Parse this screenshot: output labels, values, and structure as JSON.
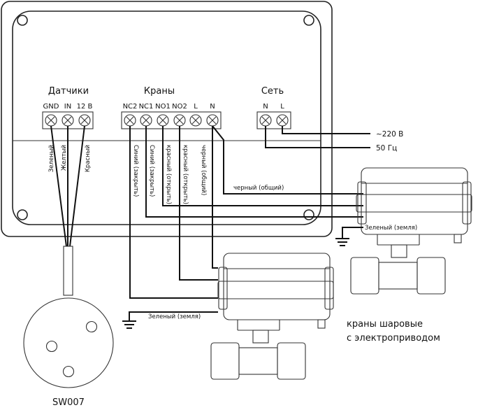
{
  "controller": {
    "groups": {
      "sensors": "Датчики",
      "valves": "Краны",
      "power": "Сеть"
    },
    "sensor_terminals": [
      "GND",
      "IN",
      "12 В"
    ],
    "valve_terminals": [
      "NC2",
      "NC1",
      "NO1",
      "NO2",
      "L",
      "N"
    ],
    "power_terminals": [
      "N",
      "L"
    ]
  },
  "wire_labels": {
    "sensor_green": "Зеленый",
    "sensor_yellow": "Желтый",
    "sensor_red": "Красный",
    "valve_blue_nc2": "Синий (закрыть)",
    "valve_blue_nc1": "Синий (закрыть)",
    "valve_red_no1": "красный (открыть)",
    "valve_red_no2": "красный (открыть)",
    "valve_black": "черный (общий)",
    "black_common_right": "черный (общий)",
    "ground_right": "Зеленый (земля)",
    "ground_left": "Зеленый (земля)"
  },
  "power": {
    "voltage": "~220 В",
    "frequency": "50 Гц"
  },
  "sensor_model": "SW007",
  "valves_caption": [
    "краны шаровые",
    "с электроприводом"
  ]
}
